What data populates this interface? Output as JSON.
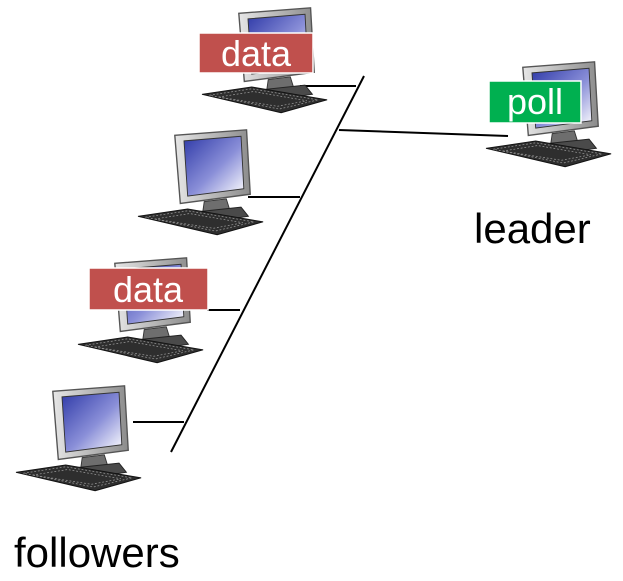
{
  "labels": {
    "leader": "leader",
    "followers": "followers"
  },
  "tags": {
    "poll": "poll",
    "data_top": "data",
    "data_middle": "data"
  },
  "colors": {
    "data_tag": "#c0504d",
    "poll_tag": "#00b050",
    "tag_text": "#ffffff",
    "line": "#000000",
    "screen": "#5a5fb8"
  },
  "nodes": {
    "leader": {
      "role": "leader",
      "icon": "computer-icon"
    },
    "followers": [
      {
        "role": "follower",
        "icon": "computer-icon"
      },
      {
        "role": "follower",
        "icon": "computer-icon"
      },
      {
        "role": "follower",
        "icon": "computer-icon"
      },
      {
        "role": "follower",
        "icon": "computer-icon"
      }
    ]
  }
}
